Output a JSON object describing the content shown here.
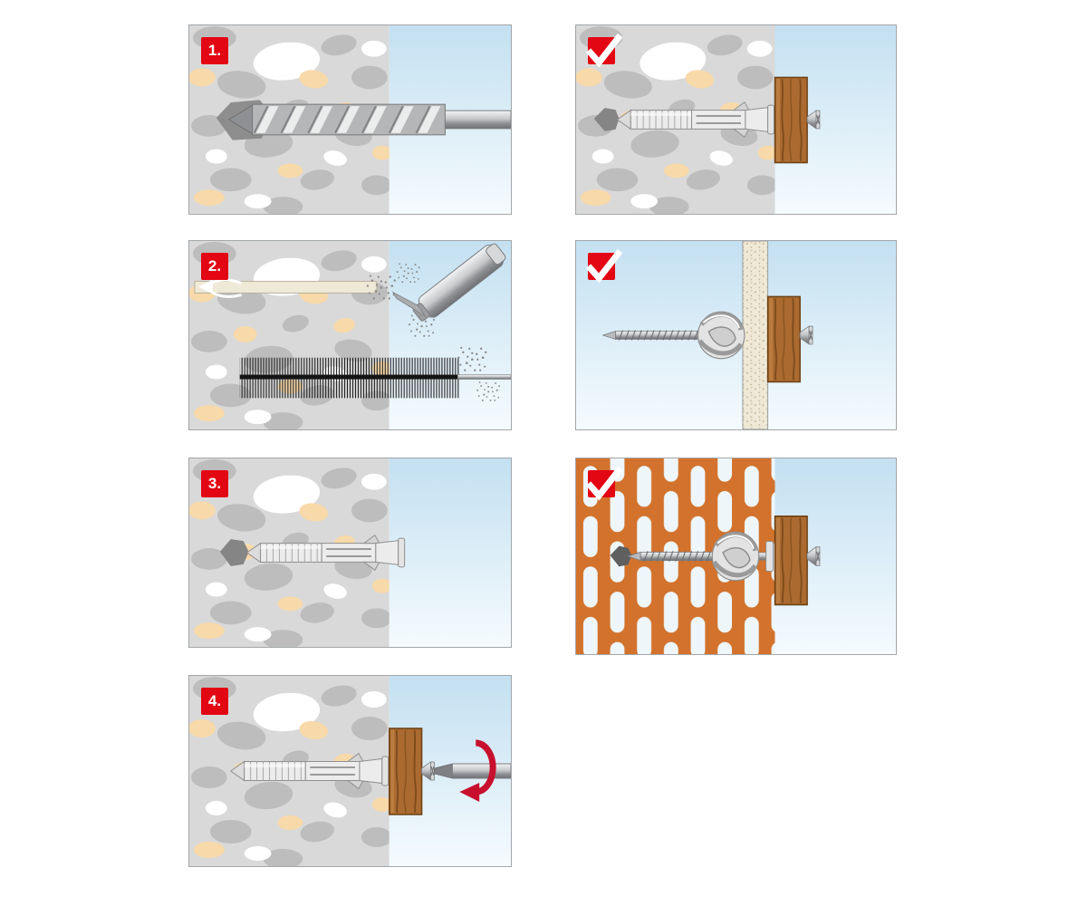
{
  "panels": {
    "steps": [
      {
        "badge": "1.",
        "name": "drill-hole"
      },
      {
        "badge": "2.",
        "name": "clean-hole-blow-and-brush"
      },
      {
        "badge": "3.",
        "name": "insert-anchor-plug"
      },
      {
        "badge": "4.",
        "name": "drive-screw-through-board"
      }
    ],
    "results": [
      {
        "icon": "check",
        "name": "anchored-in-solid-wall"
      },
      {
        "icon": "check",
        "name": "anchored-in-hollow-panel"
      },
      {
        "icon": "check",
        "name": "anchored-in-perforated-brick"
      }
    ]
  },
  "icons": {
    "check": "✓"
  },
  "colors": {
    "badge_red": "#e30613",
    "arrow_red": "#c8102e",
    "wall_gray": "#d9d9d9",
    "stone_gray": "#bdbdbd",
    "stone_white": "#ffffff",
    "stone_beige": "#f8d9a9",
    "sky_top": "#c3e0f1",
    "sky_bottom": "#f5fbfe",
    "wood_brown": "#ab6a30",
    "brick_orange": "#d2722c",
    "hole_dark": "#858585",
    "anchor_fill": "#ececec",
    "anchor_stroke": "#8f8f8f",
    "speckle_bg": "#efe8d6",
    "speckle_dot": "#c4b393",
    "dust_gray": "#8a8a8a",
    "bristle_black": "#1c1c1c",
    "panel_border": "#a3a7aa"
  }
}
